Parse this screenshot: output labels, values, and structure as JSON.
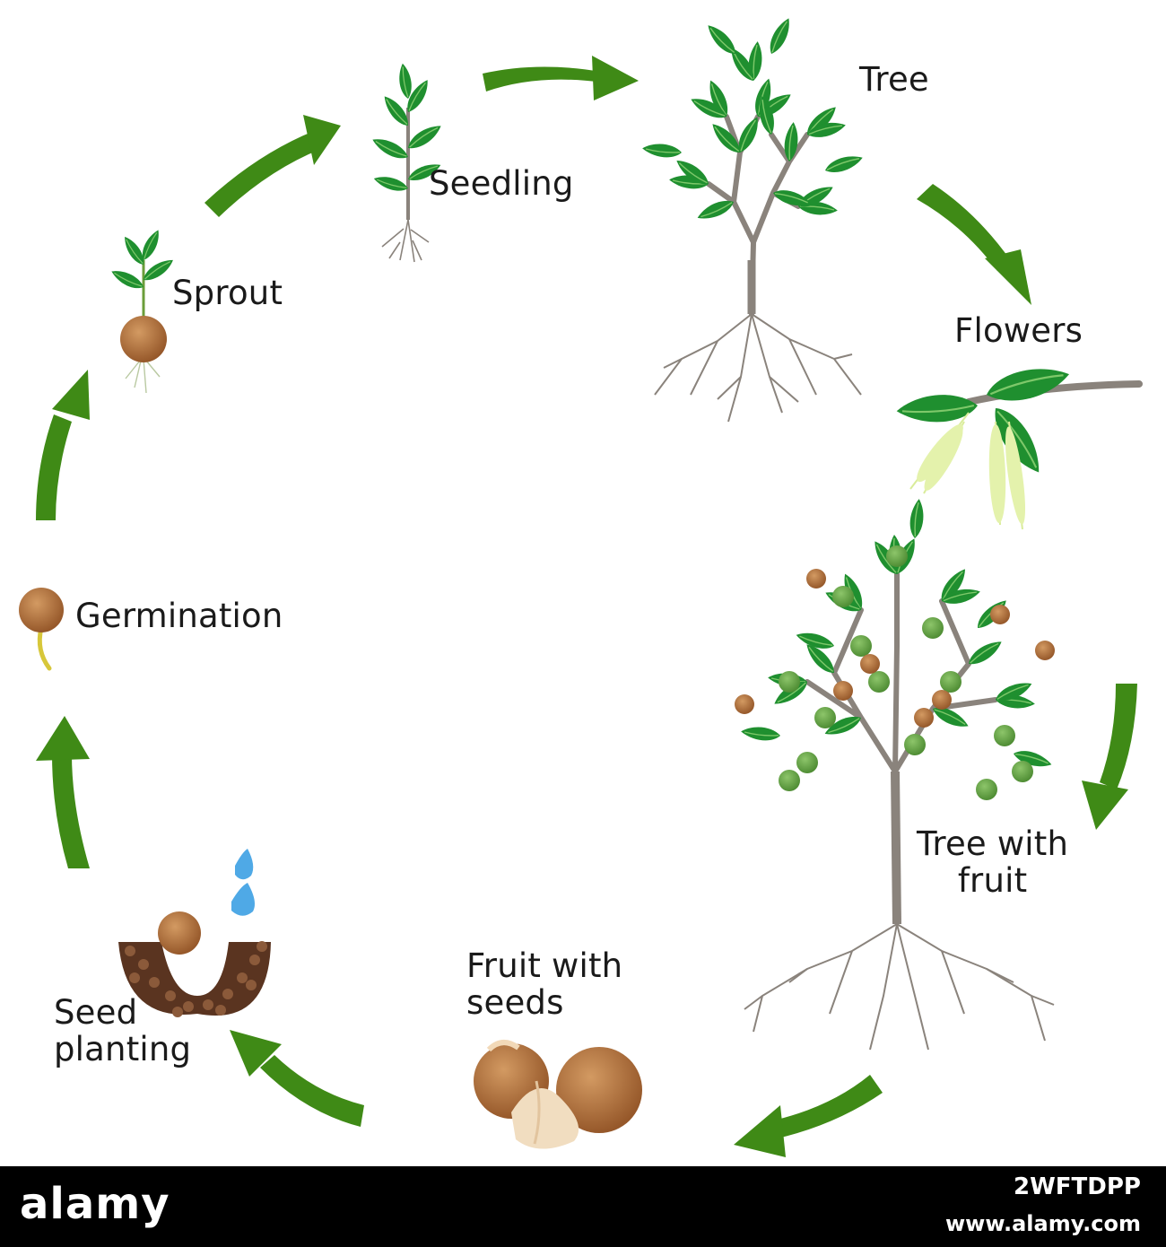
{
  "diagram": {
    "title": "",
    "stages": [
      {
        "id": "seedling",
        "label": "Seedling"
      },
      {
        "id": "tree",
        "label": "Tree"
      },
      {
        "id": "flowers",
        "label": "Flowers"
      },
      {
        "id": "tree-with-fruit",
        "label": "Tree with\nfruit"
      },
      {
        "id": "fruit-with-seeds",
        "label": "Fruit with\nseeds"
      },
      {
        "id": "seed-planting",
        "label": "Seed\nplanting"
      },
      {
        "id": "germination",
        "label": "Germination"
      },
      {
        "id": "sprout",
        "label": "Sprout"
      }
    ],
    "colors": {
      "arrow": "#3f8a16",
      "leaf": "#1f8f2f",
      "leaf_vein": "#7ec86a",
      "stem": "#8a837c",
      "root": "#8a837c",
      "seed": "#a8693b",
      "seed_light": "#d6b48a",
      "soil": "#5a3420",
      "water": "#4fa9e6",
      "catkin": "#d9ec9a",
      "fruit_green": "#6aa84a"
    }
  },
  "footer": {
    "logo": "alamy",
    "image_id": "2WFTDPP",
    "url": "www.alamy.com"
  }
}
